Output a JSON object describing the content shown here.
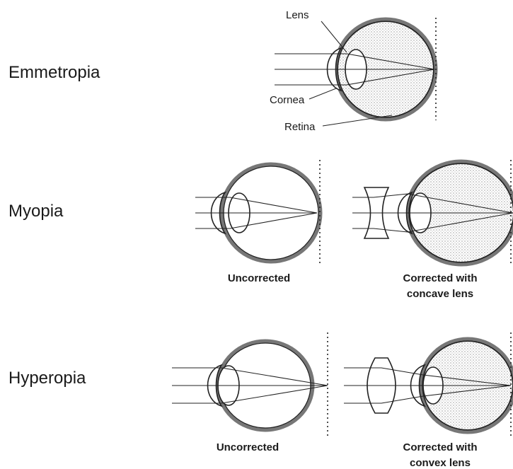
{
  "rows": [
    {
      "label": "Emmetropia"
    },
    {
      "label": "Myopia"
    },
    {
      "label": "Hyperopia"
    }
  ],
  "callouts": {
    "lens": "Lens",
    "cornea": "Cornea",
    "retina": "Retina"
  },
  "myopia": {
    "uncorrected": "Uncorrected",
    "corrected_line1": "Corrected with",
    "corrected_line2": "concave lens"
  },
  "hyperopia": {
    "uncorrected": "Uncorrected",
    "corrected_line1": "Corrected with",
    "corrected_line2": "convex lens"
  },
  "colors": {
    "ink": "#222222",
    "sclera": "#777777",
    "vitreous": "#d9d9d9"
  }
}
